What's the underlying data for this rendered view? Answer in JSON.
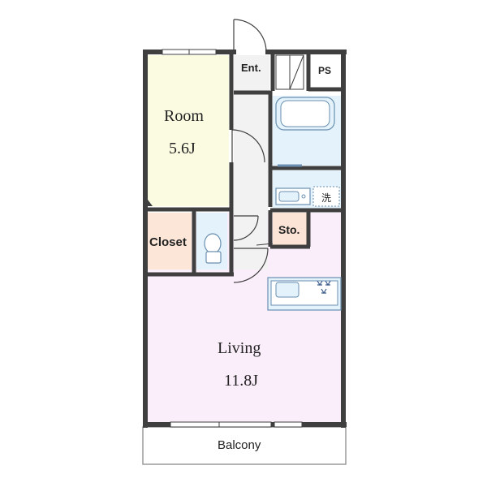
{
  "rooms": {
    "room": {
      "name": "Room",
      "size": "5.6J"
    },
    "living": {
      "name": "Living",
      "size": "11.8J"
    },
    "closet": {
      "name": "Closet"
    },
    "entrance": {
      "name": "Ent."
    },
    "pipe_space": {
      "name": "PS"
    },
    "storage": {
      "name": "Sto."
    },
    "balcony": {
      "name": "Balcony"
    },
    "washer": {
      "name": "洗"
    }
  },
  "colors": {
    "wall": "#3f3f3f",
    "room_fill": "#fbfbe2",
    "living_fill": "#fbeefb",
    "closet_fill": "#fbe6d8",
    "water_fill": "#e4f2fb",
    "storage_fill": "#fbe4d6",
    "corridor_fill": "#f2f2f2",
    "fixture_stroke": "#6a8fb0"
  },
  "icons": [
    "door-swing-icon",
    "bathtub-icon",
    "toilet-icon",
    "sink-icon",
    "stove-icon",
    "washbasin-icon"
  ]
}
